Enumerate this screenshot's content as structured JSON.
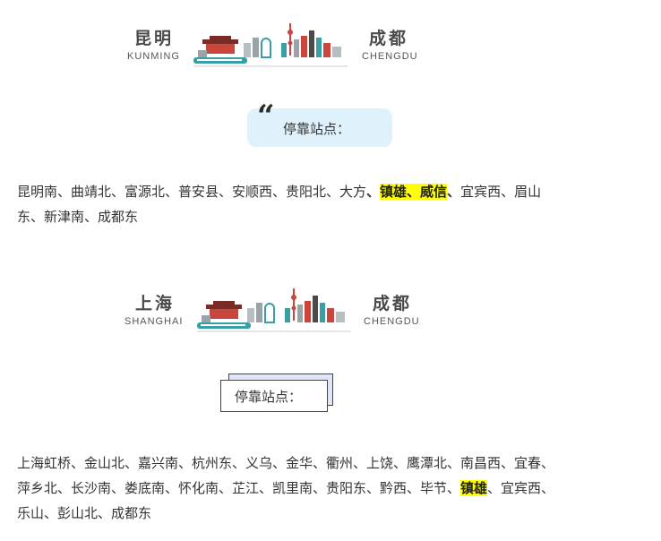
{
  "section1": {
    "from_cn": "昆明",
    "from_en": "KUNMING",
    "to_cn": "成都",
    "to_en": "CHENGDU",
    "stops_label": "停靠站点：",
    "quote_glyph": "“",
    "line1_before": "昆明南、曲靖北、富源北、普安县、安顺西、贵阳北、大方",
    "line1_sep1": "、",
    "line1_highlight": "镇雄、威信",
    "line1_sep2": "、",
    "line1_after": "宜宾西、眉山",
    "line2": "东、新津南、成都东"
  },
  "section2": {
    "from_cn": "上海",
    "from_en": "SHANGHAI",
    "to_cn": "成都",
    "to_en": "CHENGDU",
    "stops_label": "停靠站点：",
    "line1": "上海虹桥、金山北、嘉兴南、杭州东、义乌、金华、衢州、上饶、鹰潭北、南昌西、宜春、",
    "line2_before": "萍乡北、长沙南、娄底南、怀化南、芷江、凯里南、贵阳东、黔西、毕节、",
    "line2_highlight": "镇雄",
    "line2_after": "、宜宾西、",
    "line3": "乐山、彭山北、成都东"
  },
  "colors": {
    "highlight": "#ffff00",
    "bubble": "#dff1fb",
    "box_back": "#dfe7f6",
    "skyline_red": "#c9463d",
    "skyline_teal": "#3a9ea5",
    "skyline_gray": "#9aa3a8"
  }
}
